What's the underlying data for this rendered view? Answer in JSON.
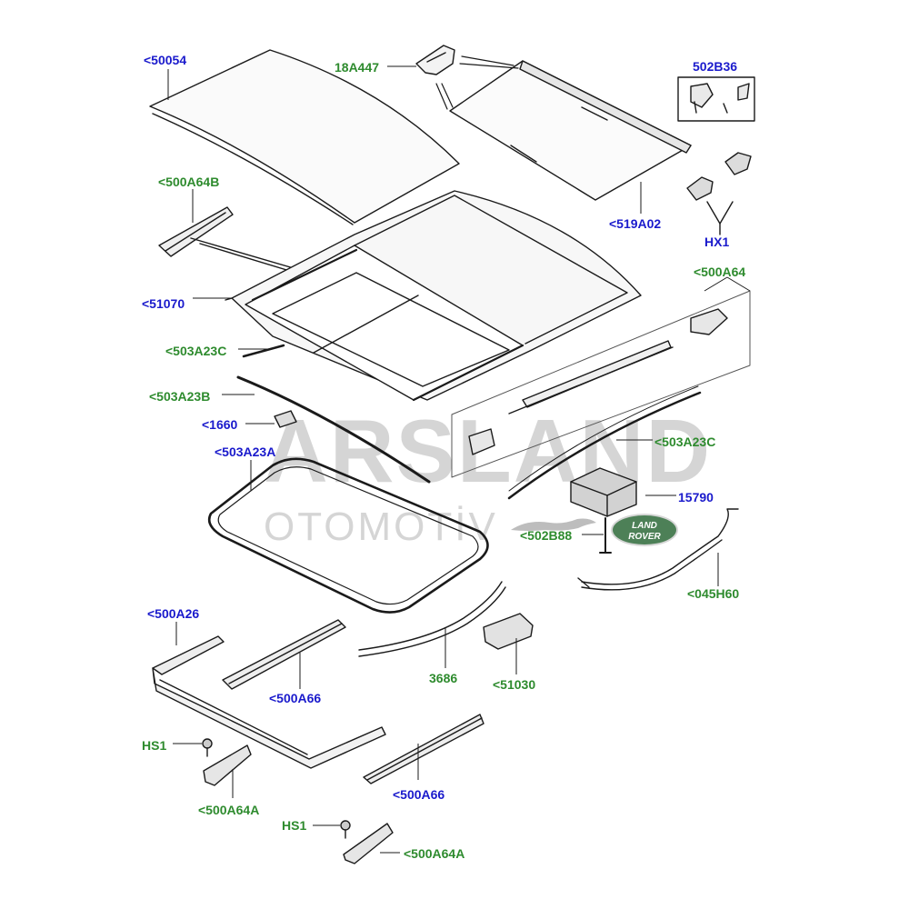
{
  "watermark": {
    "brand": "ARSLAND",
    "sub": "OTOMOTİV"
  },
  "logos": {
    "land_rover_line1": "LAND",
    "land_rover_line2": "ROVER"
  },
  "callouts": [
    {
      "id": "c1",
      "text": "<50054",
      "color": "blue"
    },
    {
      "id": "c2",
      "text": "18A447",
      "color": "green"
    },
    {
      "id": "c3",
      "text": "502B36",
      "color": "blue"
    },
    {
      "id": "c4",
      "text": "<500A64B",
      "color": "green"
    },
    {
      "id": "c5",
      "text": "<519A02",
      "color": "blue"
    },
    {
      "id": "c6",
      "text": "HX1",
      "color": "blue"
    },
    {
      "id": "c7",
      "text": "<51070",
      "color": "blue"
    },
    {
      "id": "c8",
      "text": "<500A64",
      "color": "green"
    },
    {
      "id": "c9",
      "text": "<503A23C",
      "color": "green"
    },
    {
      "id": "c10",
      "text": "<503A23B",
      "color": "green"
    },
    {
      "id": "c11",
      "text": "<1660",
      "color": "blue"
    },
    {
      "id": "c12",
      "text": "<503A23A",
      "color": "blue"
    },
    {
      "id": "c13",
      "text": "<503A23C",
      "color": "green"
    },
    {
      "id": "c14",
      "text": "15790",
      "color": "blue"
    },
    {
      "id": "c15",
      "text": "<502B88",
      "color": "green"
    },
    {
      "id": "c16",
      "text": "<045H60",
      "color": "green"
    },
    {
      "id": "c17",
      "text": "<500A26",
      "color": "blue"
    },
    {
      "id": "c18",
      "text": "3686",
      "color": "green"
    },
    {
      "id": "c19",
      "text": "<51030",
      "color": "green"
    },
    {
      "id": "c20",
      "text": "<500A66",
      "color": "blue"
    },
    {
      "id": "c21",
      "text": "HS1",
      "color": "green"
    },
    {
      "id": "c22",
      "text": "<500A66",
      "color": "blue"
    },
    {
      "id": "c23",
      "text": "<500A64A",
      "color": "green"
    },
    {
      "id": "c24",
      "text": "HS1",
      "color": "green"
    },
    {
      "id": "c25",
      "text": "<500A64A",
      "color": "green"
    }
  ]
}
